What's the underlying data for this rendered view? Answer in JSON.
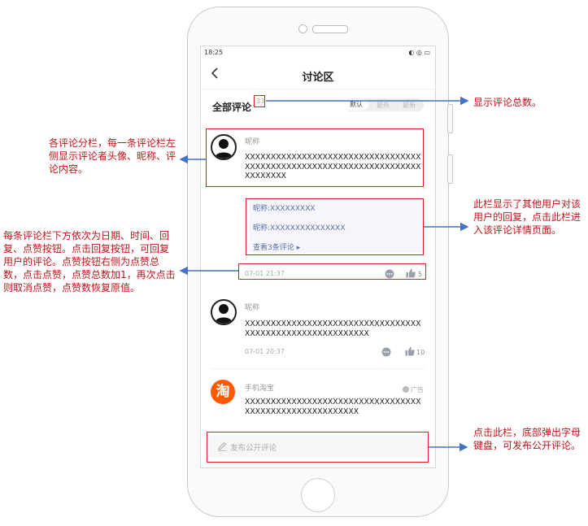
{
  "status_bar": {
    "time": "18:25",
    "right": "◐ ◎ ▭"
  },
  "nav": {
    "title": "讨论区"
  },
  "section": {
    "title": "全部评论",
    "count": "33"
  },
  "sort_tabs": [
    "默认",
    "最热",
    "最新"
  ],
  "comments": [
    {
      "nickname": "昵称",
      "content": "XXXXXXXXXXXXXXXXXXXXXXXXXXXXXXXXXXXXXXXXXXXXXXXXXXXXXXXXXXXXXXXXXXXXXXXXXXXX",
      "date": "07-01 21:37",
      "likes": "5"
    },
    {
      "nickname": "昵称",
      "content": "XXXXXXXXXXXXXXXXXXXXXXXXXXXXXXXXXXXXXXXXXXXXXXXXXXXXXXXXXX",
      "date": "07-01 20:37",
      "likes": "10"
    }
  ],
  "replies": {
    "lines": [
      "昵称:XXXXXXXXX",
      "昵称:XXXXXXXXXXXXXXX"
    ],
    "view_more": "查看3条评论 ▸"
  },
  "ad": {
    "logo": "淘",
    "name": "手机淘宝",
    "label": "广告",
    "content": "XXXXXXXXXXXXXXXXXXXXXXXXXXXXXXXXXXXXXXXXXXXXXXXXXXXXXXXX"
  },
  "input": {
    "placeholder": "发布公开评论"
  },
  "annotations": {
    "total": "显示评论总数。",
    "comment_bar": "各评论分栏，每一条评论栏左侧显示评论者头像、昵称、评论内容。",
    "reply_bar": "此栏显示了其他用户对该用户的回复，点击此栏进入该评论详情页面。",
    "meta_bar": "每条评论栏下方依次为日期、时间、回复、点赞按钮。点击回复按钮，可回复用户的评论。点赞按钮右侧为点赞总数，点击点赞，点赞总数加1，再次点击则取消点赞，点赞数恢复原值。",
    "input_bar": "点击此栏，底部弹出字母键盘，可发布公开评论。"
  },
  "colors": {
    "annotation": "#c0141b",
    "box": "#e01b24",
    "arrow": "#4472c4",
    "link": "#5b6fa8"
  }
}
